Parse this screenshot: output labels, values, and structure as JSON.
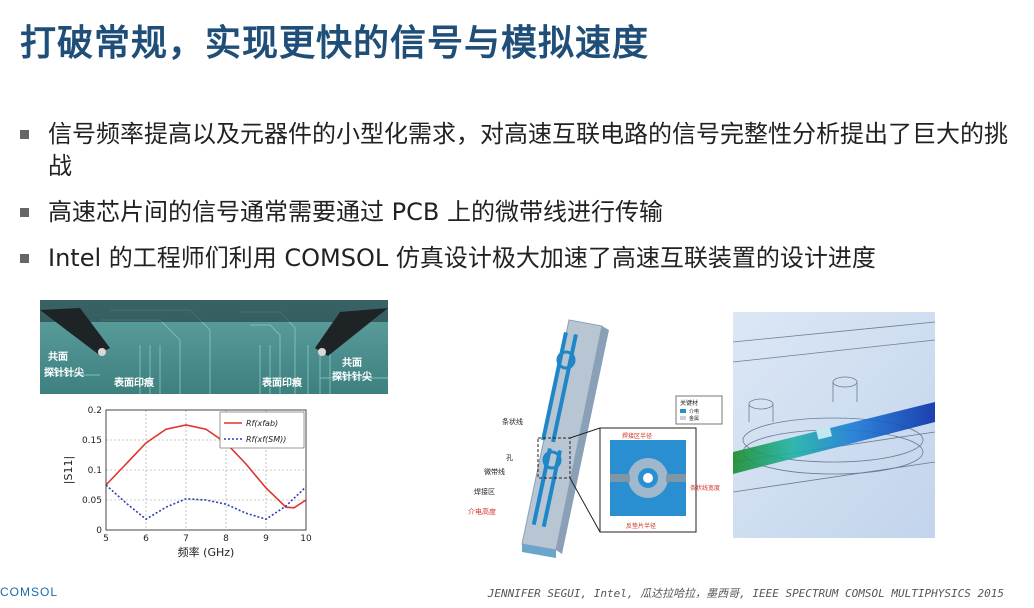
{
  "slide": {
    "title": "打破常规，实现更快的信号与模拟速度",
    "bullets": [
      "信号频率提高以及元器件的小型化需求，对高速互联电路的信号完整性分析提出了巨大的挑战",
      "高速芯片间的信号通常需要通过 PCB 上的微带线进行传输",
      "Intel 的工程师们利用 COMSOL 仿真设计极大加速了高速互联装置的设计进度"
    ],
    "photo_labels": {
      "left_ground": "共面",
      "left_probe": "探针针尖",
      "left_trace": "表面印痕",
      "right_trace": "表面印痕",
      "right_ground": "共面",
      "right_probe": "探针针尖"
    },
    "diagram_labels": {
      "stripline": "条状线",
      "hole": "孔",
      "microstrip": "微带线",
      "pad": "焊接区",
      "dielectric_height": "介电高度",
      "legend_title": "关键材",
      "legend_dielectric": "介电",
      "legend_metal": "金属",
      "inset_pad_radius": "焊接区半径",
      "inset_stripline_width": "条状线宽度",
      "inset_antipad_radius": "反垫片半径"
    },
    "footer": {
      "logo": "COMSOL",
      "credit": "JENNIFER SEGUI, Intel, 瓜达拉哈拉，墨西哥, IEEE SPECTRUM  COMSOL MULTIPHYSICS 2015"
    }
  },
  "chart_data": {
    "type": "line",
    "xlabel": "频率 (GHz)",
    "ylabel": "|S11|",
    "xlim": [
      5,
      10
    ],
    "ylim": [
      0,
      0.2
    ],
    "xticks": [
      "5",
      "6",
      "7",
      "8",
      "9",
      "10"
    ],
    "yticks": [
      "0",
      "0.05",
      "0.1",
      "0.15",
      "0.2"
    ],
    "legend_position": "top-right",
    "series": [
      {
        "name": "Rf(xfab)",
        "color": "#e0332e",
        "dash": "solid",
        "x": [
          5,
          5.5,
          6,
          6.5,
          7,
          7.5,
          8,
          8.5,
          9,
          9.5,
          9.7,
          10
        ],
        "y": [
          0.075,
          0.11,
          0.145,
          0.168,
          0.175,
          0.168,
          0.145,
          0.11,
          0.07,
          0.038,
          0.037,
          0.05
        ]
      },
      {
        "name": "Rf(xf(SM))",
        "color": "#2a3fb8",
        "dash": "dotted",
        "x": [
          5,
          5.5,
          6,
          6.5,
          7,
          7.5,
          8,
          8.5,
          9,
          9.5,
          10
        ],
        "y": [
          0.075,
          0.045,
          0.018,
          0.038,
          0.052,
          0.05,
          0.043,
          0.028,
          0.018,
          0.04,
          0.072
        ]
      }
    ]
  }
}
